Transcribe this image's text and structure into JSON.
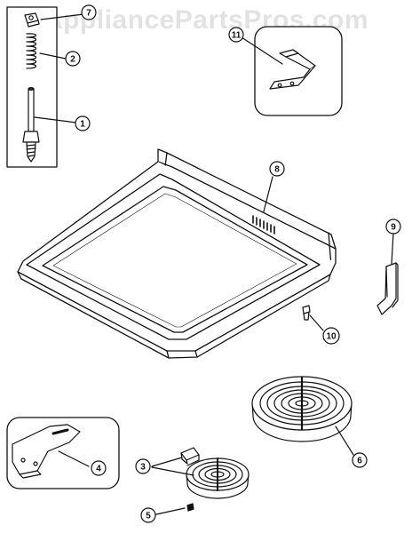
{
  "watermark": {
    "text": "AppliancePartsPros.com"
  },
  "colors": {
    "ink": "#111111",
    "paper": "#ffffff",
    "watermark": "#969696"
  },
  "callouts": {
    "c1": "1",
    "c2": "2",
    "c3": "3",
    "c4": "4",
    "c5": "5",
    "c6": "6",
    "c7": "7",
    "c8": "8",
    "c9": "9",
    "c10": "10",
    "c11": "11"
  }
}
